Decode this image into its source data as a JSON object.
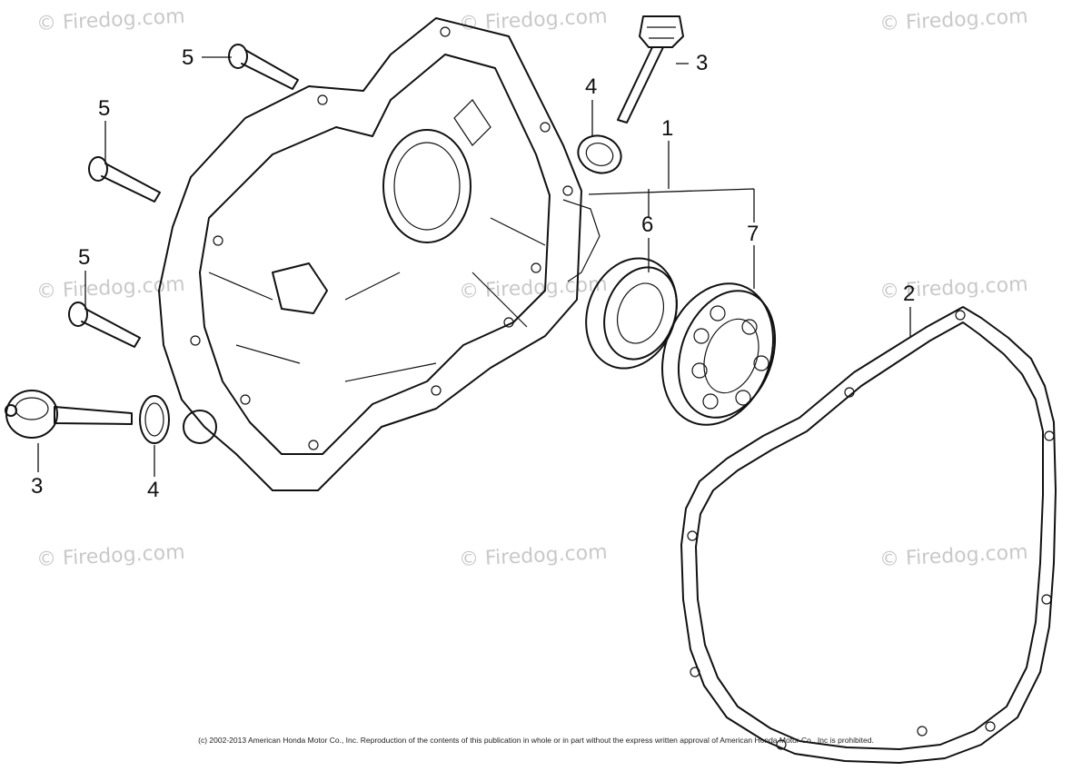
{
  "watermark": "© Firedog.com",
  "copyright": "(c) 2002-2013 American Honda Motor Co., Inc. Reproduction of the contents of this publication in whole or in part without the express written approval of American Honda Motor Co., Inc is prohibited.",
  "callouts": {
    "c1": "1",
    "c2": "2",
    "c3_top": "3",
    "c3_left": "3",
    "c4_top": "4",
    "c4_left": "4",
    "c5_a": "5",
    "c5_b": "5",
    "c5_c": "5",
    "c6": "6",
    "c7": "7"
  }
}
